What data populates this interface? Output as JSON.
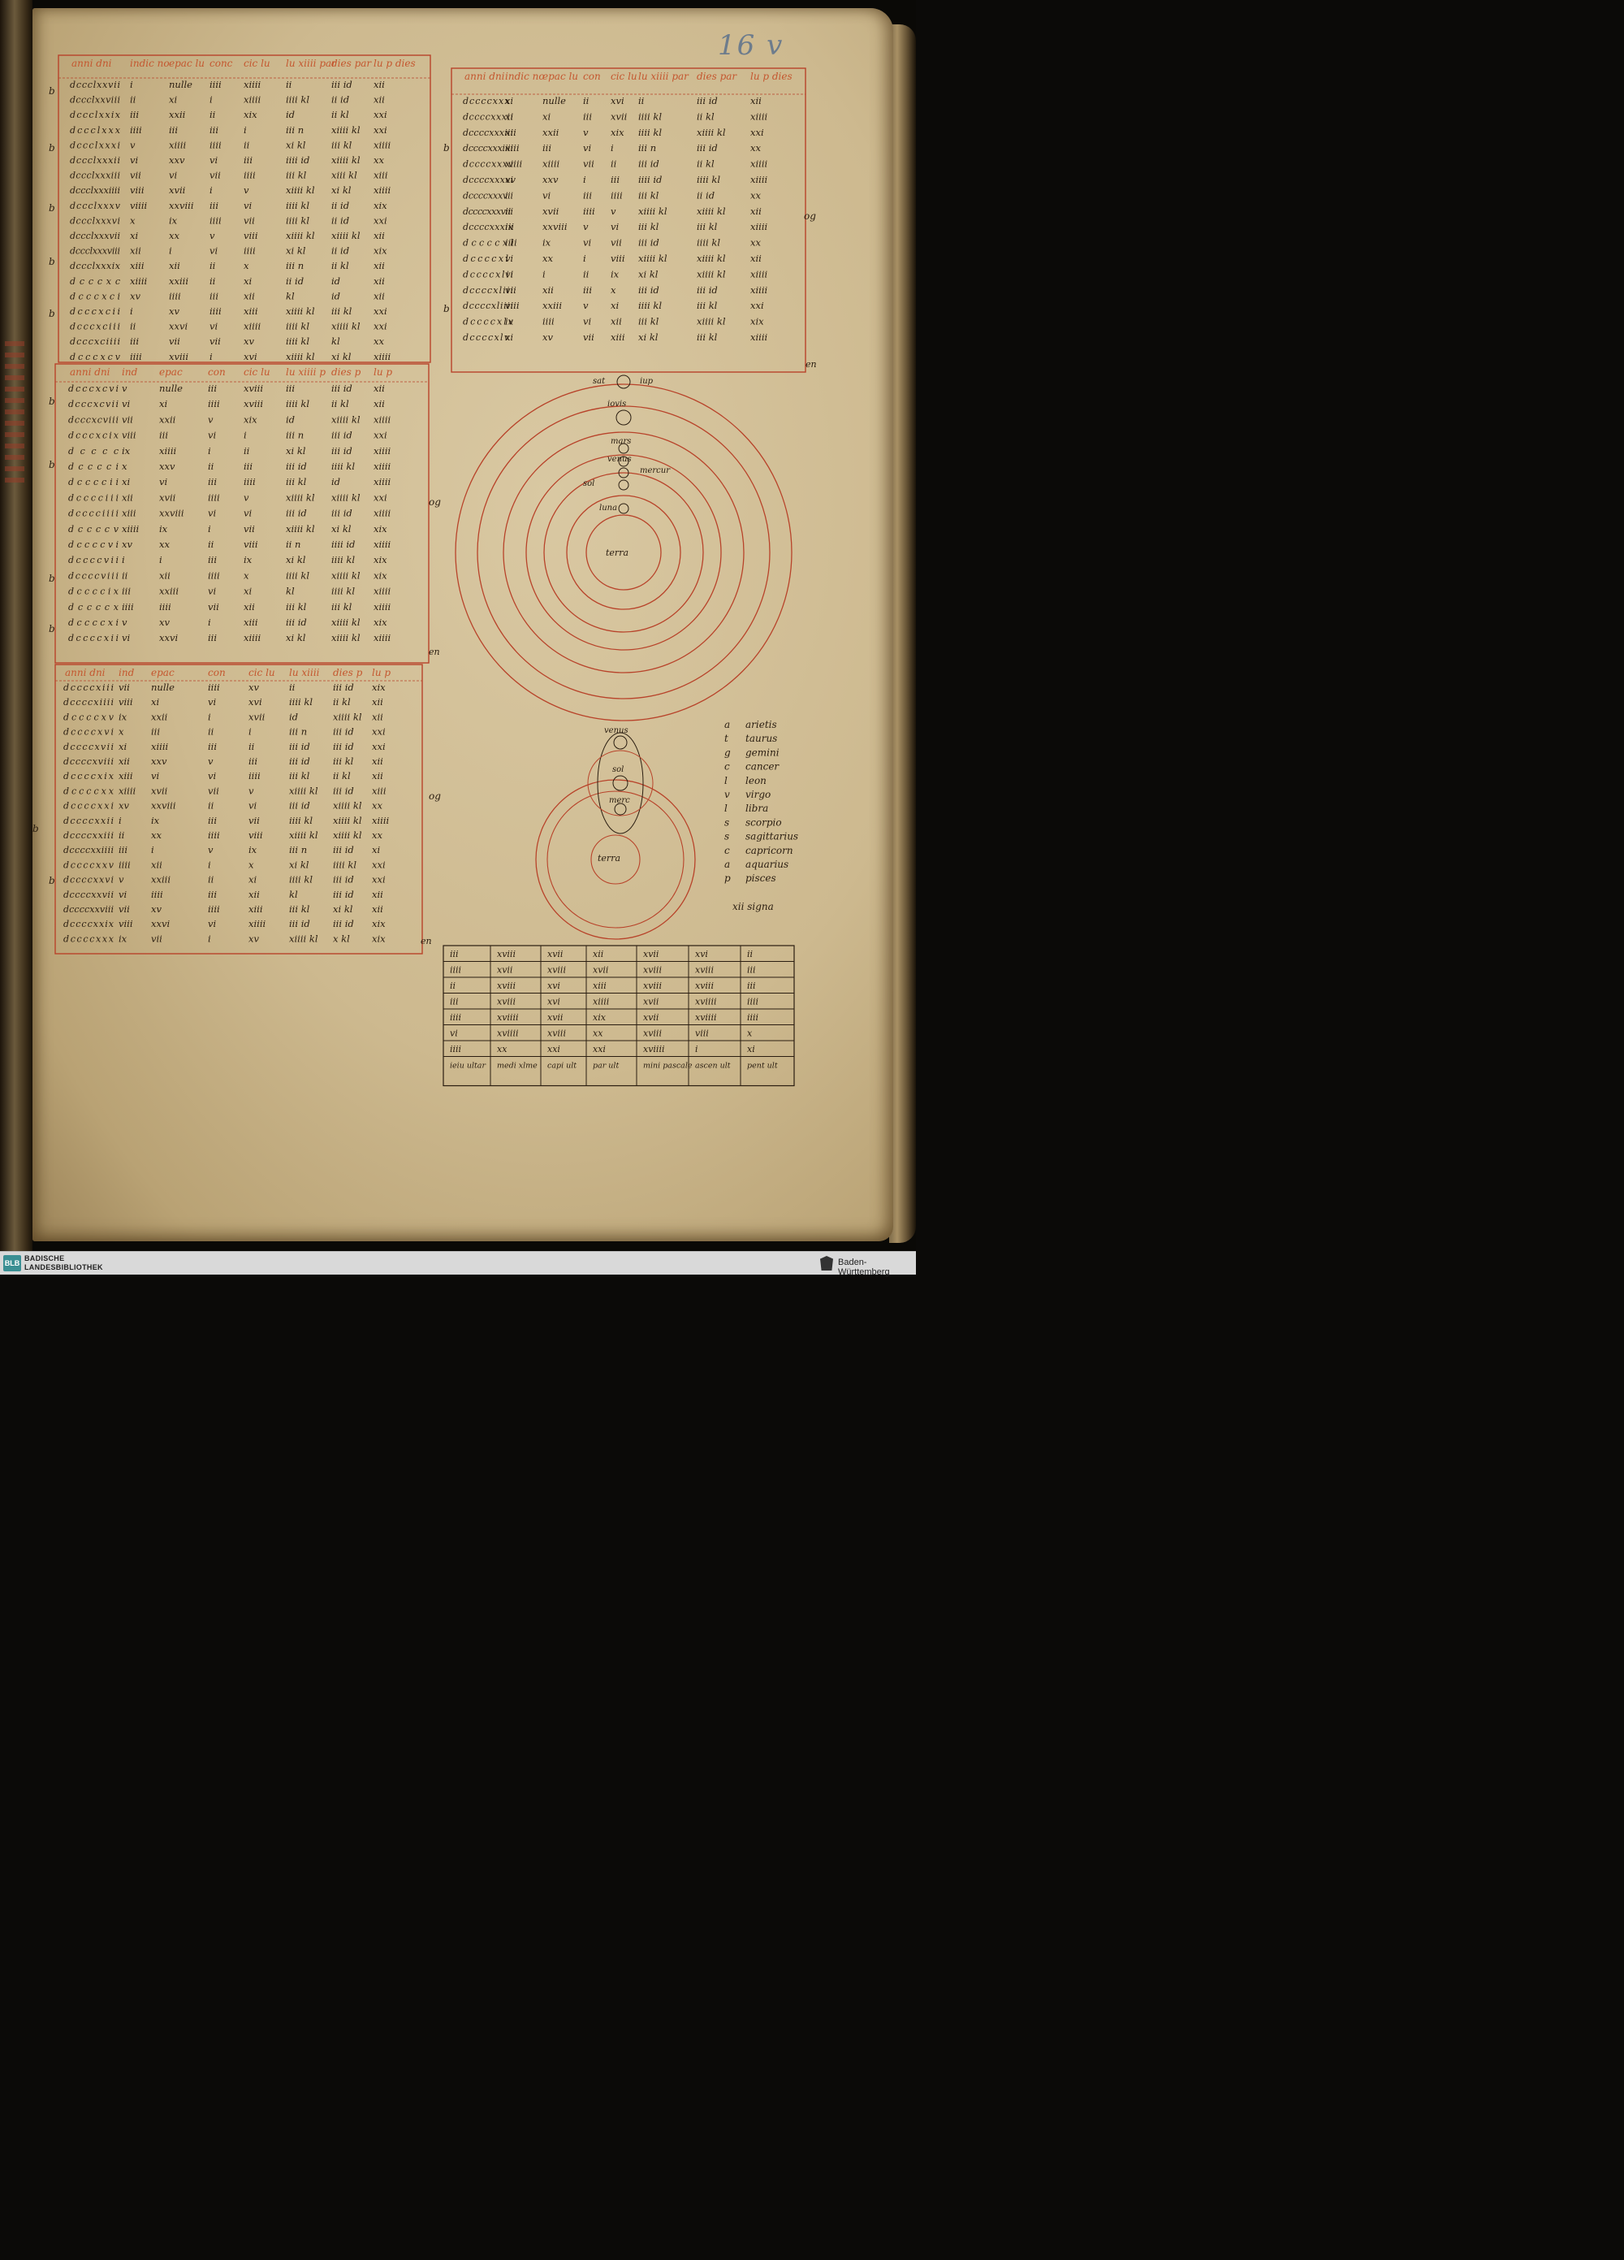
{
  "folio": "16 v",
  "tables": [
    {
      "header": [
        "anni dni",
        "indic no",
        "epac lu",
        "conc",
        "cic lu",
        "lu xiiii par",
        "dies par",
        "lu p dies"
      ],
      "rows": [
        [
          "dccclxxvii",
          "i",
          "nulle",
          "iiii",
          "xiiii",
          "ii",
          "iii id",
          "xii"
        ],
        [
          "dccclxxviii",
          "ii",
          "xi",
          "i",
          "xiiii",
          "iiii kl",
          "ii id",
          "xii"
        ],
        [
          "dccclxxix",
          "iii",
          "xxii",
          "ii",
          "xix",
          "id",
          "ii kl",
          "xxi"
        ],
        [
          "dccclxxx",
          "iiii",
          "iii",
          "iii",
          "i",
          "iii n",
          "xiiii kl",
          "xxi"
        ],
        [
          "dccclxxxi",
          "v",
          "xiiii",
          "iiii",
          "ii",
          "xi kl",
          "iii kl",
          "xiiii"
        ],
        [
          "dccclxxxii",
          "vi",
          "xxv",
          "vi",
          "iii",
          "iiii id",
          "xiiii kl",
          "xx"
        ],
        [
          "dccclxxxiii",
          "vii",
          "vi",
          "vii",
          "iiii",
          "iii kl",
          "xiii kl",
          "xiii"
        ],
        [
          "dccclxxxiiii",
          "viii",
          "xvii",
          "i",
          "v",
          "xiiii kl",
          "xi kl",
          "xiiii"
        ],
        [
          "dccclxxxv",
          "viiii",
          "xxviii",
          "iii",
          "vi",
          "iiii kl",
          "ii id",
          "xix"
        ],
        [
          "dccclxxxvi",
          "x",
          "ix",
          "iiii",
          "vii",
          "iiii kl",
          "ii id",
          "xxi"
        ],
        [
          "dccclxxxvii",
          "xi",
          "xx",
          "v",
          "viii",
          "xiiii kl",
          "xiiii kl",
          "xii"
        ],
        [
          "dccclxxxviii",
          "xii",
          "i",
          "vi",
          "iiii",
          "xi kl",
          "ii id",
          "xix"
        ],
        [
          "dccclxxxix",
          "xiii",
          "xii",
          "ii",
          "x",
          "iii n",
          "ii kl",
          "xii"
        ],
        [
          "dcccxc",
          "xiiii",
          "xxiii",
          "ii",
          "xi",
          "ii id",
          "id",
          "xii"
        ],
        [
          "dcccxci",
          "xv",
          "iiii",
          "iii",
          "xii",
          "kl",
          "id",
          "xii"
        ],
        [
          "dcccxcii",
          "i",
          "xv",
          "iiii",
          "xiii",
          "xiiii kl",
          "iii kl",
          "xxi"
        ],
        [
          "dcccxciii",
          "ii",
          "xxvi",
          "vi",
          "xiiii",
          "iiii kl",
          "xiiii kl",
          "xxi"
        ],
        [
          "dcccxciiii",
          "iii",
          "vii",
          "vii",
          "xv",
          "iiii kl",
          "kl",
          "xx"
        ],
        [
          "dcccxcv",
          "iiii",
          "xviii",
          "i",
          "xvi",
          "xiiii kl",
          "xi kl",
          "xiiii"
        ]
      ]
    },
    {
      "header": [
        "anni dni",
        "ind",
        "epac",
        "con",
        "cic lu",
        "lu xiiii p",
        "dies p",
        "lu p"
      ],
      "rows": [
        [
          "dcccxcvi",
          "v",
          "nulle",
          "iii",
          "xviii",
          "iii",
          "iii id",
          "xii"
        ],
        [
          "dcccxcvii",
          "vi",
          "xi",
          "iiii",
          "xviii",
          "iiii kl",
          "ii kl",
          "xii"
        ],
        [
          "dcccxcviii",
          "vii",
          "xxii",
          "v",
          "xix",
          "id",
          "xiiii kl",
          "xiiii"
        ],
        [
          "dcccxcix",
          "viii",
          "iii",
          "vi",
          "i",
          "iii n",
          "iii id",
          "xxi"
        ],
        [
          "dcccc",
          "ix",
          "xiiii",
          "i",
          "ii",
          "xi kl",
          "iii id",
          "xiiii"
        ],
        [
          "dcccci",
          "x",
          "xxv",
          "ii",
          "iii",
          "iii id",
          "iiii kl",
          "xiiii"
        ],
        [
          "dccccii",
          "xi",
          "vi",
          "iii",
          "iiii",
          "iii kl",
          "id",
          "xiiii"
        ],
        [
          "dcccciii",
          "xii",
          "xvii",
          "iiii",
          "v",
          "xiiii kl",
          "xiiii kl",
          "xxi"
        ],
        [
          "dcccciiii",
          "xiii",
          "xxviii",
          "vi",
          "vi",
          "iii id",
          "iii id",
          "xiiii"
        ],
        [
          "dccccv",
          "xiiii",
          "ix",
          "i",
          "vii",
          "xiiii kl",
          "xi kl",
          "xix"
        ],
        [
          "dccccvi",
          "xv",
          "xx",
          "ii",
          "viii",
          "ii n",
          "iiii id",
          "xiiii"
        ],
        [
          "dccccvii",
          "i",
          "i",
          "iii",
          "ix",
          "xi kl",
          "iiii kl",
          "xix"
        ],
        [
          "dccccviii",
          "ii",
          "xii",
          "iiii",
          "x",
          "iiii kl",
          "xiiii kl",
          "xix"
        ],
        [
          "dccccix",
          "iii",
          "xxiii",
          "vi",
          "xi",
          "kl",
          "iiii kl",
          "xiiii"
        ],
        [
          "dccccx",
          "iiii",
          "iiii",
          "vii",
          "xii",
          "iii kl",
          "iii kl",
          "xiiii"
        ],
        [
          "dccccxi",
          "v",
          "xv",
          "i",
          "xiii",
          "iii id",
          "xiiii kl",
          "xix"
        ],
        [
          "dccccxii",
          "vi",
          "xxvi",
          "iii",
          "xiiii",
          "xi kl",
          "xiiii kl",
          "xiiii"
        ]
      ]
    },
    {
      "header": [
        "anni dni",
        "ind",
        "epac",
        "con",
        "cic lu",
        "lu xiiii",
        "dies p",
        "lu p"
      ],
      "rows": [
        [
          "dccccxiii",
          "vii",
          "nulle",
          "iiii",
          "xv",
          "ii",
          "iii id",
          "xix"
        ],
        [
          "dccccxiiii",
          "viii",
          "xi",
          "vi",
          "xvi",
          "iiii kl",
          "ii kl",
          "xii"
        ],
        [
          "dccccxv",
          "ix",
          "xxii",
          "i",
          "xvii",
          "id",
          "xiiii kl",
          "xii"
        ],
        [
          "dccccxvi",
          "x",
          "iii",
          "ii",
          "i",
          "iii n",
          "iii id",
          "xxi"
        ],
        [
          "dccccxvii",
          "xi",
          "xiiii",
          "iii",
          "ii",
          "iii id",
          "iii id",
          "xxi"
        ],
        [
          "dccccxviii",
          "xii",
          "xxv",
          "v",
          "iii",
          "iii id",
          "iii kl",
          "xii"
        ],
        [
          "dccccxix",
          "xiii",
          "vi",
          "vi",
          "iiii",
          "iii kl",
          "ii kl",
          "xii"
        ],
        [
          "dccccxx",
          "xiiii",
          "xvii",
          "vii",
          "v",
          "xiiii kl",
          "iii id",
          "xiii"
        ],
        [
          "dccccxxi",
          "xv",
          "xxviii",
          "ii",
          "vi",
          "iii id",
          "xiiii kl",
          "xx"
        ],
        [
          "dccccxxii",
          "i",
          "ix",
          "iii",
          "vii",
          "iiii kl",
          "xiiii kl",
          "xiiii"
        ],
        [
          "dccccxxiii",
          "ii",
          "xx",
          "iiii",
          "viii",
          "xiiii kl",
          "xiiii kl",
          "xx"
        ],
        [
          "dccccxxiiii",
          "iii",
          "i",
          "v",
          "ix",
          "iii n",
          "iii id",
          "xi"
        ],
        [
          "dccccxxv",
          "iiii",
          "xii",
          "i",
          "x",
          "xi kl",
          "iiii kl",
          "xxi"
        ],
        [
          "dccccxxvi",
          "v",
          "xxiii",
          "ii",
          "xi",
          "iiii kl",
          "iii id",
          "xxi"
        ],
        [
          "dccccxxvii",
          "vi",
          "iiii",
          "iii",
          "xii",
          "kl",
          "iii id",
          "xii"
        ],
        [
          "dccccxxviii",
          "vii",
          "xv",
          "iiii",
          "xiii",
          "iii kl",
          "xi kl",
          "xii"
        ],
        [
          "dccccxxix",
          "viii",
          "xxvi",
          "vi",
          "xiiii",
          "iii id",
          "iii id",
          "xix"
        ],
        [
          "dccccxxx",
          "ix",
          "vii",
          "i",
          "xv",
          "xiiii kl",
          "x kl",
          "xix"
        ]
      ]
    },
    {
      "header": [
        "anni dni",
        "indic no",
        "epac lu",
        "con",
        "cic lu",
        "lu xiiii par",
        "dies par",
        "lu p dies"
      ],
      "rows": [
        [
          "dccccxxxi",
          "x",
          "nulle",
          "ii",
          "xvi",
          "ii",
          "iii id",
          "xii"
        ],
        [
          "dccccxxxii",
          "xi",
          "xi",
          "iii",
          "xvii",
          "iiii kl",
          "ii kl",
          "xiiii"
        ],
        [
          "dccccxxxiii",
          "xii",
          "xxii",
          "v",
          "xix",
          "iiii kl",
          "xiiii kl",
          "xxi"
        ],
        [
          "dccccxxxiiii",
          "xiii",
          "iii",
          "vi",
          "i",
          "iii n",
          "iii id",
          "xx"
        ],
        [
          "dccccxxxv",
          "xiiii",
          "xiiii",
          "vii",
          "ii",
          "iii id",
          "ii kl",
          "xiiii"
        ],
        [
          "dccccxxxvi",
          "xv",
          "xxv",
          "i",
          "iii",
          "iiii id",
          "iiii kl",
          "xiiii"
        ],
        [
          "dccccxxxvii",
          "i",
          "vi",
          "iii",
          "iiii",
          "iii kl",
          "ii id",
          "xx"
        ],
        [
          "dccccxxxviii",
          "ii",
          "xvii",
          "iiii",
          "v",
          "xiiii kl",
          "xiiii kl",
          "xii"
        ],
        [
          "dccccxxxix",
          "iii",
          "xxviii",
          "v",
          "vi",
          "iii kl",
          "iii kl",
          "xiiii"
        ],
        [
          "dccccxl",
          "iiii",
          "ix",
          "vi",
          "vii",
          "iii id",
          "iiii kl",
          "xx"
        ],
        [
          "dccccxli",
          "v",
          "xx",
          "i",
          "viii",
          "xiiii kl",
          "xiiii kl",
          "xii"
        ],
        [
          "dccccxlii",
          "vi",
          "i",
          "ii",
          "ix",
          "xi kl",
          "xiiii kl",
          "xiiii"
        ],
        [
          "dccccxliii",
          "vii",
          "xii",
          "iii",
          "x",
          "iii id",
          "iii id",
          "xiiii"
        ],
        [
          "dccccxliiii",
          "viii",
          "xxiii",
          "v",
          "xi",
          "iiii kl",
          "iii kl",
          "xxi"
        ],
        [
          "dccccxlv",
          "ix",
          "iiii",
          "vi",
          "xii",
          "iii kl",
          "xiiii kl",
          "xix"
        ],
        [
          "dccccxlvi",
          "x",
          "xv",
          "vii",
          "xiii",
          "xi kl",
          "iii kl",
          "xiiii"
        ]
      ]
    }
  ],
  "margin_marks": [
    "b",
    "og",
    "en"
  ],
  "orbit_diagram": {
    "labels": [
      "sat",
      "iup",
      "iovis",
      "mars",
      "venus",
      "mercur",
      "sol",
      "luna",
      "terra"
    ]
  },
  "second_diagram": {
    "labels": [
      "venus",
      "sol",
      "merc",
      "terra"
    ]
  },
  "zodiac_list": [
    {
      "sign": "a",
      "name": "arietis"
    },
    {
      "sign": "t",
      "name": "taurus"
    },
    {
      "sign": "g",
      "name": "gemini"
    },
    {
      "sign": "c",
      "name": "cancer"
    },
    {
      "sign": "l",
      "name": "leon"
    },
    {
      "sign": "v",
      "name": "virgo"
    },
    {
      "sign": "l",
      "name": "libra"
    },
    {
      "sign": "s",
      "name": "scorpio"
    },
    {
      "sign": "s",
      "name": "sagittarius"
    },
    {
      "sign": "c",
      "name": "capricorn"
    },
    {
      "sign": "a",
      "name": "aquarius"
    },
    {
      "sign": "p",
      "name": "pisces"
    }
  ],
  "zodiac_caption": "xii signa",
  "small_table": {
    "rows": [
      [
        "iii",
        "xviii",
        "xvii",
        "xii",
        "xvii",
        "xvi",
        "ii"
      ],
      [
        "iiii",
        "xvii",
        "xviii",
        "xvii",
        "xviii",
        "xviii",
        "iii"
      ],
      [
        "ii",
        "xviii",
        "xvi",
        "xiii",
        "xviii",
        "xviii",
        "iii"
      ],
      [
        "iii",
        "xviii",
        "xvi",
        "xiiii",
        "xvii",
        "xviiii",
        "iiii"
      ],
      [
        "iiii",
        "xviiii",
        "xvii",
        "xix",
        "xvii",
        "xviiii",
        "iiii"
      ],
      [
        "vi",
        "xviiii",
        "xviii",
        "xx",
        "xviii",
        "viii",
        "x"
      ],
      [
        "iiii",
        "xx",
        "xxi",
        "xxi",
        "xviiii",
        "i",
        "xi"
      ],
      [
        "ieiu ultar",
        "medi xlme",
        "capi ult",
        "par ult",
        "mini pascale",
        "ascen ult",
        "pent ult"
      ]
    ]
  },
  "footer": {
    "blb_badge": "BLB",
    "blb_line1": "BADISCHE",
    "blb_line2": "LANDESBIBLIOTHEK",
    "state": "Baden-Württemberg"
  }
}
